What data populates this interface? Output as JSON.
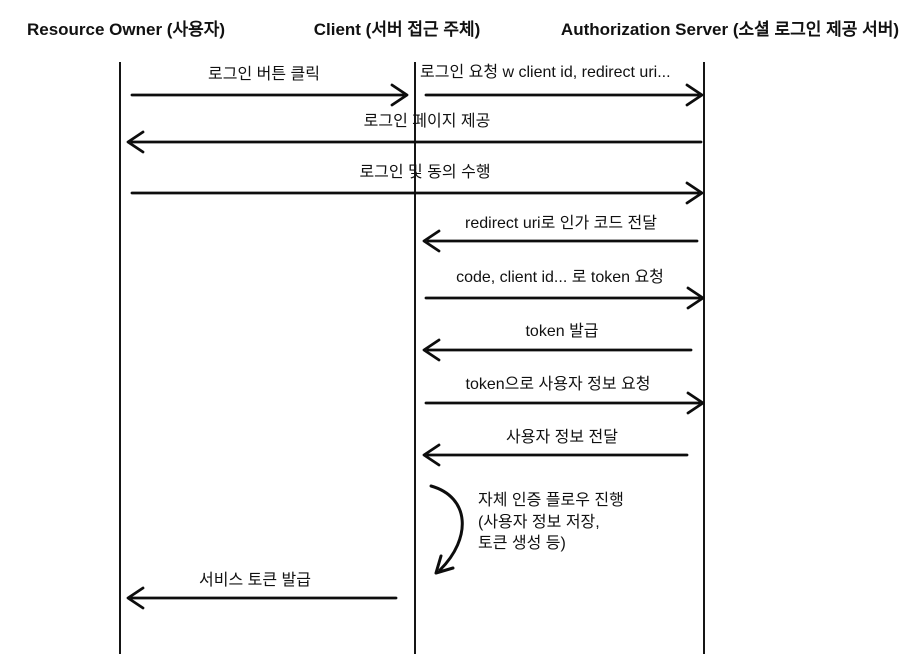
{
  "diagram": {
    "type": "sequence-diagram",
    "actors": [
      {
        "id": "resource-owner",
        "name": "Resource Owner (사용자)"
      },
      {
        "id": "client",
        "name": "Client (서버 접근 주체)"
      },
      {
        "id": "authorization-server",
        "name": "Authorization Server (소셜 로그인 제공 서버)"
      }
    ],
    "messages": [
      {
        "seq": 1,
        "label": "로그인 버튼 클릭",
        "from": "resource-owner",
        "to": "client",
        "direction": "right"
      },
      {
        "seq": 2,
        "label": "로그인 요청 w client id, redirect uri...",
        "from": "client",
        "to": "authorization-server",
        "direction": "right"
      },
      {
        "seq": 3,
        "label": "로그인 페이지 제공",
        "from": "authorization-server",
        "to": "resource-owner",
        "direction": "left"
      },
      {
        "seq": 4,
        "label": "로그인 및 동의 수행",
        "from": "resource-owner",
        "to": "authorization-server",
        "direction": "right"
      },
      {
        "seq": 5,
        "label": "redirect uri로 인가 코드 전달",
        "from": "authorization-server",
        "to": "client",
        "direction": "left"
      },
      {
        "seq": 6,
        "label": "code, client id... 로 token 요청",
        "from": "client",
        "to": "authorization-server",
        "direction": "right"
      },
      {
        "seq": 7,
        "label": "token 발급",
        "from": "authorization-server",
        "to": "client",
        "direction": "left"
      },
      {
        "seq": 8,
        "label": "token으로 사용자 정보 요청",
        "from": "client",
        "to": "authorization-server",
        "direction": "right"
      },
      {
        "seq": 9,
        "label": "사용자 정보 전달",
        "from": "authorization-server",
        "to": "client",
        "direction": "left"
      },
      {
        "seq": 10,
        "type": "self",
        "label_lines": [
          "자체 인증 플로우 진행",
          "(사용자 정보 저장,",
          "토큰 생성 등)"
        ],
        "from": "client",
        "to": "client",
        "direction": "self"
      },
      {
        "seq": 11,
        "label": "서비스 토큰 발급",
        "from": "client",
        "to": "resource-owner",
        "direction": "left"
      }
    ],
    "colors": {
      "line": "#111111",
      "text": "#111111",
      "background": "#ffffff"
    }
  }
}
